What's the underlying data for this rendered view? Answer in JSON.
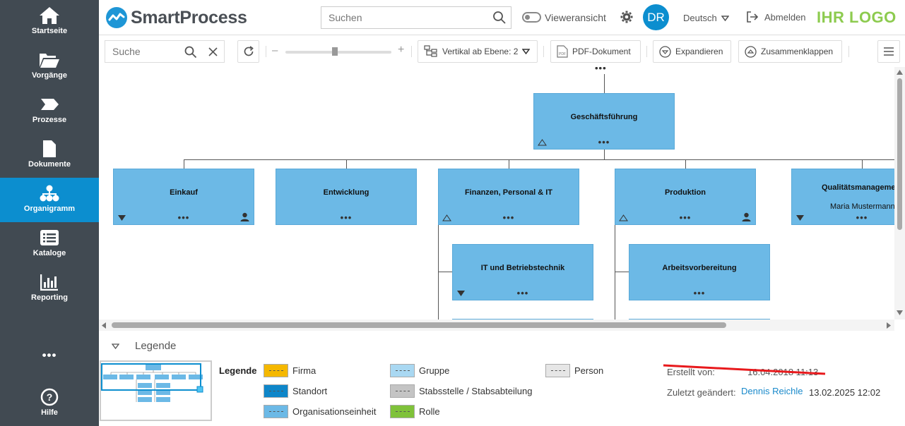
{
  "app": {
    "name": "SmartProcess",
    "search_placeholder": "Suchen",
    "viewer_label": "Vieweransicht",
    "user_initials": "DR",
    "language": "Deutsch",
    "logout_label": "Abmelden",
    "brand_logo": "IHR LOGO"
  },
  "sidebar": {
    "items": [
      {
        "label": "Startseite",
        "icon": "home-icon"
      },
      {
        "label": "Vorgänge",
        "icon": "folder-open-icon"
      },
      {
        "label": "Prozesse",
        "icon": "process-chevron-icon"
      },
      {
        "label": "Dokumente",
        "icon": "document-icon"
      },
      {
        "label": "Organigramm",
        "icon": "org-chart-icon",
        "active": true
      },
      {
        "label": "Kataloge",
        "icon": "list-icon"
      },
      {
        "label": "Reporting",
        "icon": "bar-chart-icon"
      }
    ],
    "more_label": "•••",
    "help_label": "Hilfe"
  },
  "toolbar": {
    "search_placeholder": "Suche",
    "zoom_minus": "–",
    "zoom_plus": "+",
    "layout_label": "Vertikal ab Ebene: 2",
    "pdf_label": "PDF-Dokument",
    "expand_label": "Expandieren",
    "collapse_label": "Zusammenklappen"
  },
  "org": {
    "top": {
      "name": "Geschäftsführung",
      "dots": "•••"
    },
    "level2": [
      {
        "name": "Einkauf",
        "dots": "•••"
      },
      {
        "name": "Entwicklung",
        "dots": "•••"
      },
      {
        "name": "Finanzen, Personal & IT",
        "dots": "•••"
      },
      {
        "name": "Produktion",
        "dots": "•••"
      },
      {
        "name": "Qualitätsmanagement",
        "person": "Maria Mustermann",
        "dots": "•••"
      }
    ],
    "level3": [
      {
        "name": "IT und Betriebstechnik",
        "dots": "•••"
      },
      {
        "name": "Arbeitsvorbereitung",
        "dots": "•••"
      }
    ],
    "top_dots": "•••"
  },
  "legend": {
    "header": "Legende",
    "title": "Legende",
    "items": [
      {
        "label": "Firma",
        "color": "#f5b800"
      },
      {
        "label": "Standort",
        "color": "#0e86c9"
      },
      {
        "label": "Organisationseinheit",
        "color": "#6cb9e6"
      },
      {
        "label": "Gruppe",
        "color": "#a9d8f2"
      },
      {
        "label": "Stabsstelle / Stabsabteilung",
        "color": "#c4c4c4"
      },
      {
        "label": "Rolle",
        "color": "#7fc23a"
      },
      {
        "label": "Person",
        "color": "#e6e6e6"
      }
    ]
  },
  "meta": {
    "created_label": "Erstellt von:",
    "created_value": "16.04.2018 11:13",
    "changed_label": "Zuletzt geändert:",
    "changed_by": "Dennis Reichle",
    "changed_date": "13.02.2025 12:02"
  },
  "colors": {
    "sidebar": "#414a52",
    "accent": "#0c8ecf",
    "node": "#6cb9e6",
    "brand_green": "#8dcb4f",
    "strike": "#e8191c"
  }
}
